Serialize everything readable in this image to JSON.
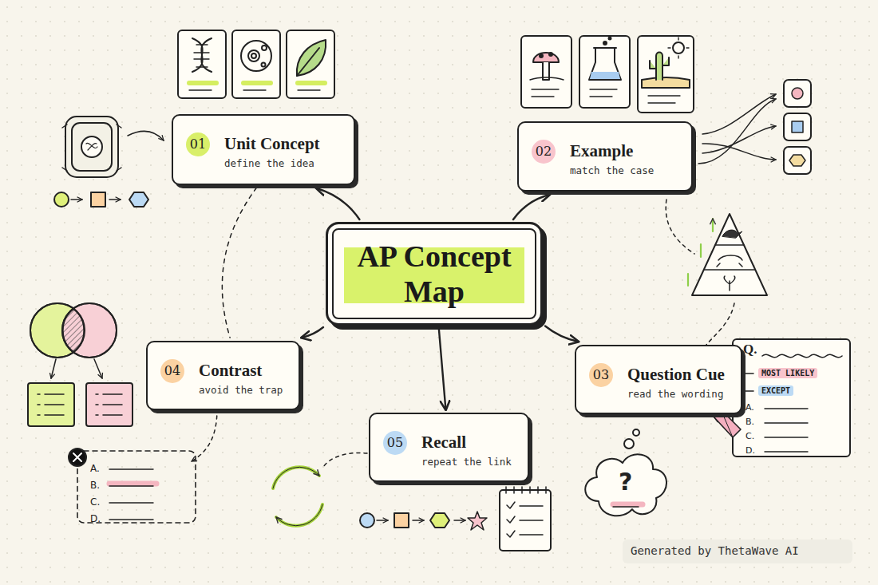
{
  "diagram": {
    "nodes": [
      {
        "text": [
          "01",
          "Unit Concept",
          "define the idea"
        ]
      },
      {
        "text": [
          "02",
          "Example",
          "match the case"
        ]
      },
      {
        "text": [
          "AP Concept Map"
        ]
      },
      {
        "text": [
          "04",
          "Contrast",
          "avoid the trap"
        ]
      },
      {
        "text": [
          "03",
          "Question Cue",
          "read the wording"
        ]
      },
      {
        "text": [
          "05",
          "Recall",
          "repeat the link"
        ]
      }
    ],
    "edges": [
      {
        "from": 2,
        "to": 0,
        "arrow": "to"
      },
      {
        "from": 2,
        "to": 1,
        "arrow": "to"
      },
      {
        "from": 2,
        "to": 3,
        "arrow": "to"
      },
      {
        "from": 2,
        "to": 4,
        "arrow": "to"
      },
      {
        "from": 2,
        "to": 5,
        "arrow": "to"
      },
      {
        "from": 0,
        "to": 3,
        "arrow": "none"
      }
    ],
    "labels": [
      "Q.",
      "MOST LIKELY",
      "EXCEPT",
      "A.",
      "B.",
      "C.",
      "D.",
      "A.",
      "B.",
      "C.",
      "D.",
      "?",
      "Generated by ThetaWave AI"
    ]
  }
}
